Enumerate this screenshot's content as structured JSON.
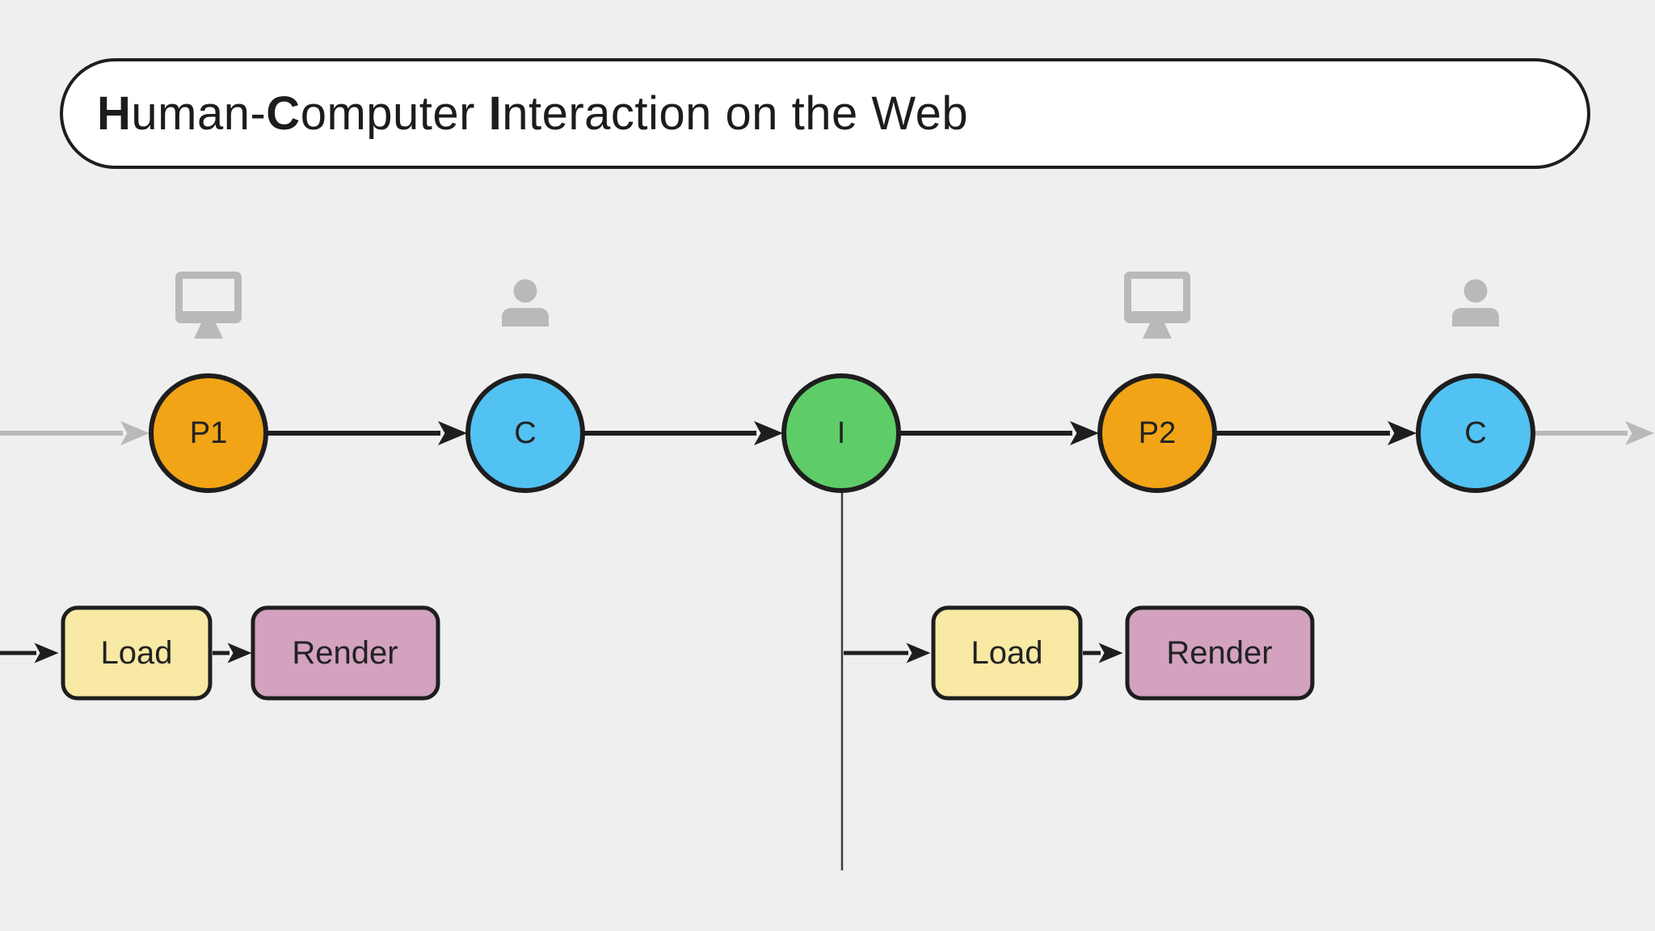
{
  "title": {
    "segments": [
      {
        "bold": "H",
        "rest": "uman-"
      },
      {
        "bold": "C",
        "rest": "omputer "
      },
      {
        "bold": "I",
        "rest": "nteraction on the Web"
      }
    ]
  },
  "colors": {
    "background": "#EFEFEF",
    "stroke": "#1E1E1E",
    "orange": "#F1A416",
    "blue": "#52C2F2",
    "green": "#5ECD68",
    "yellow": "#F8E9A4",
    "mauve": "#D2A2BE",
    "icon_gray": "#B9B9B9",
    "arrow_gray": "#B9B9B9",
    "timeline": "#3C3C3C"
  },
  "flow": {
    "nodes": [
      {
        "label": "P1",
        "kind": "page",
        "icon": "monitor-icon"
      },
      {
        "label": "C",
        "kind": "user",
        "icon": "person-icon"
      },
      {
        "label": "I",
        "kind": "interaction",
        "icon": ""
      },
      {
        "label": "P2",
        "kind": "page",
        "icon": "monitor-icon"
      },
      {
        "label": "C",
        "kind": "user",
        "icon": "person-icon"
      }
    ]
  },
  "subflows": [
    {
      "steps": [
        {
          "label": "Load"
        },
        {
          "label": "Render"
        }
      ]
    },
    {
      "steps": [
        {
          "label": "Load"
        },
        {
          "label": "Render"
        }
      ]
    }
  ]
}
